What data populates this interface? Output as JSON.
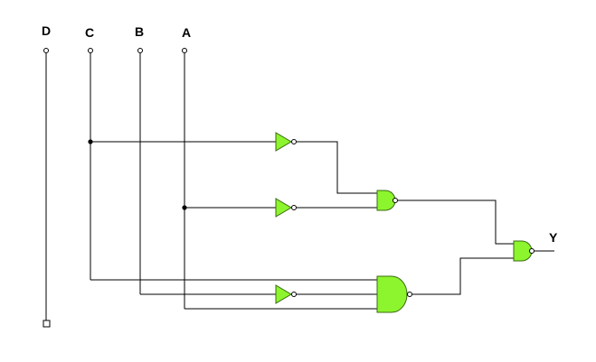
{
  "circuit": {
    "inputs": [
      "D",
      "C",
      "B",
      "A"
    ],
    "output": "Y",
    "colors": {
      "gate_fill": "#8cf52d",
      "wire": "#000000",
      "background": "#ffffff"
    },
    "gates": [
      {
        "id": "not-c",
        "type": "NOT",
        "input": "C"
      },
      {
        "id": "not-a",
        "type": "NOT",
        "input": "A"
      },
      {
        "id": "not-b",
        "type": "NOT",
        "input": "B"
      },
      {
        "id": "nand-top",
        "type": "NAND",
        "inputs": [
          "not-c",
          "not-a"
        ]
      },
      {
        "id": "nand-bottom",
        "type": "NAND",
        "inputs": [
          "C",
          "not-b",
          "A"
        ]
      },
      {
        "id": "nand-out",
        "type": "NAND",
        "inputs": [
          "nand-top",
          "nand-bottom"
        ],
        "output": "Y"
      }
    ],
    "unconnected": [
      "D"
    ]
  }
}
